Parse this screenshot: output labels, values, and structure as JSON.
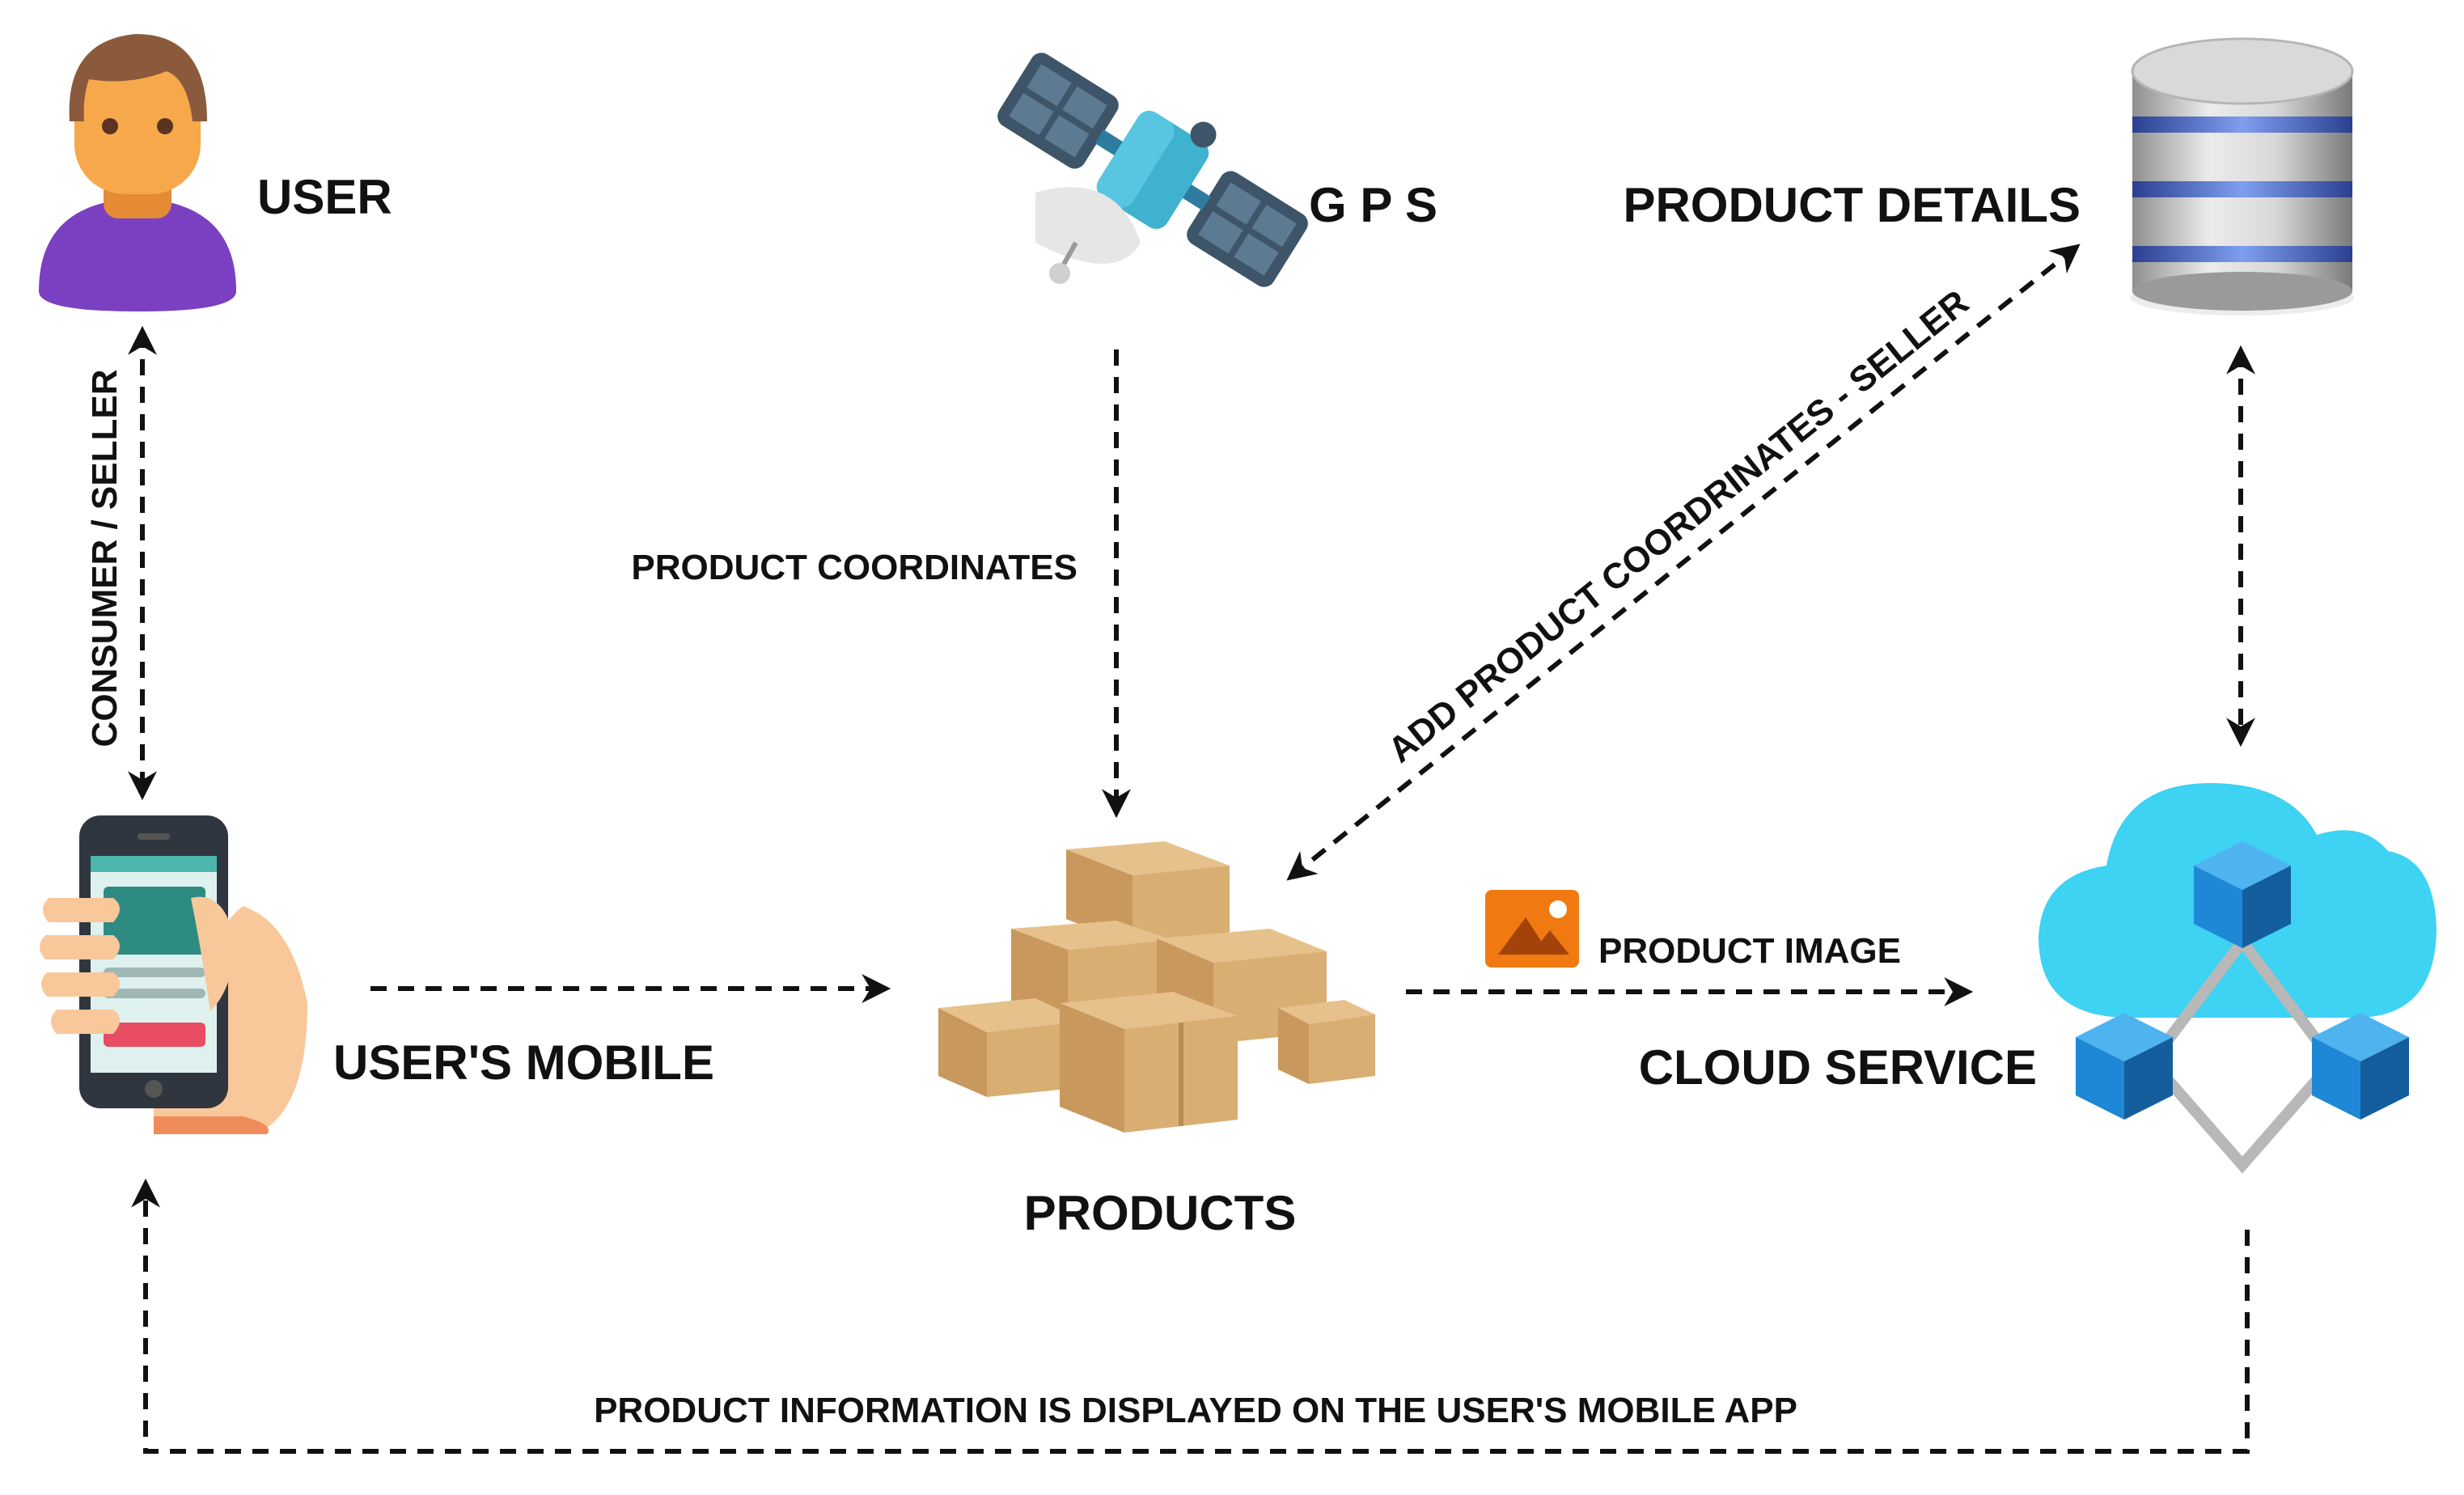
{
  "nodes": {
    "user": {
      "label": "USER",
      "icon": "user-avatar-icon"
    },
    "gps": {
      "label": "G P S",
      "icon": "satellite-icon"
    },
    "product_details": {
      "label": "PRODUCT DETAILS",
      "icon": "database-icon"
    },
    "users_mobile": {
      "label": "USER'S MOBILE",
      "icon": "smartphone-in-hand-icon"
    },
    "products": {
      "label": "PRODUCTS",
      "icon": "cardboard-boxes-icon"
    },
    "cloud_service": {
      "label": "CLOUD SERVICE",
      "icon": "cloud-network-icon"
    }
  },
  "edges": {
    "consumer_seller": {
      "label": "CONSUMER / SELLER",
      "from": "user",
      "to": "users_mobile",
      "bidirectional": true
    },
    "product_coordinates": {
      "label": "PRODUCT COORDINATES",
      "from": "gps",
      "to": "products",
      "bidirectional": false
    },
    "add_product_coordinates": {
      "label": "ADD PRODUCT COORDRINATES - SELLER",
      "from": "products",
      "to": "product_details",
      "bidirectional": true
    },
    "mobile_to_products": {
      "label": "",
      "from": "users_mobile",
      "to": "products",
      "bidirectional": false
    },
    "product_image": {
      "label": "PRODUCT IMAGE",
      "from": "products",
      "to": "cloud_service",
      "bidirectional": false,
      "icon": "image-icon"
    },
    "details_cloud": {
      "label": "",
      "from": "product_details",
      "to": "cloud_service",
      "bidirectional": true
    },
    "product_information": {
      "label": "PRODUCT INFORMATION IS DISPLAYED ON THE USER'S MOBILE APP",
      "from": "cloud_service",
      "to": "users_mobile",
      "bidirectional": false
    }
  },
  "colors": {
    "line": "#111111",
    "user_skin": "#F7A84A",
    "user_hair": "#8B5A3C",
    "user_shirt": "#7B3FC1",
    "satellite_body": "#3FB2D0",
    "satellite_panel": "#3E5569",
    "cloud": "#3ED2F3",
    "cube": "#1E88D6",
    "box": "#D2A66C",
    "image_icon": "#F07A11",
    "phone_body": "#2F3640",
    "phone_screen": "#4DB6AC",
    "hand_skin": "#F8C79A",
    "db_disk": "#C8C8C8",
    "db_band": "#4B6ED6"
  }
}
